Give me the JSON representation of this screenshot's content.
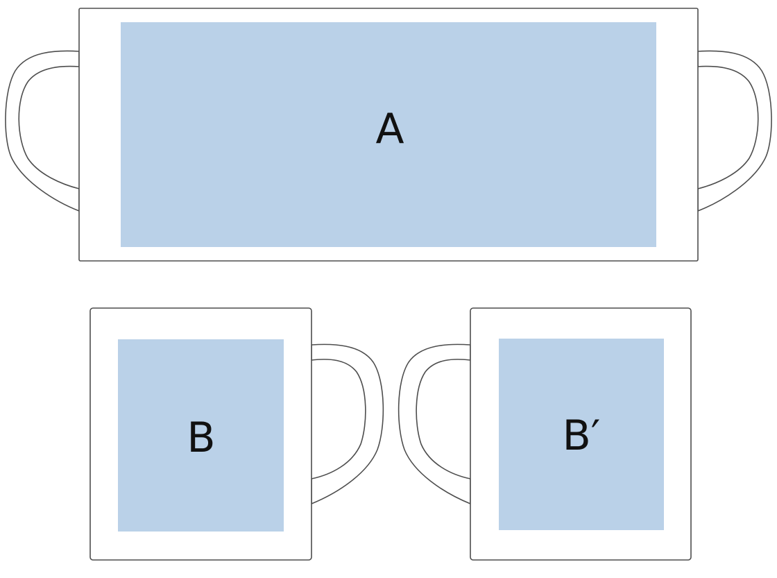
{
  "colors": {
    "print_area": "#bad1e8",
    "outline": "#4d4d4d",
    "mug_fill": "#ffffff",
    "label": "#111111"
  },
  "areas": {
    "wrap": {
      "label": "A"
    },
    "front": {
      "label": "B"
    },
    "back": {
      "label": "B′"
    }
  }
}
